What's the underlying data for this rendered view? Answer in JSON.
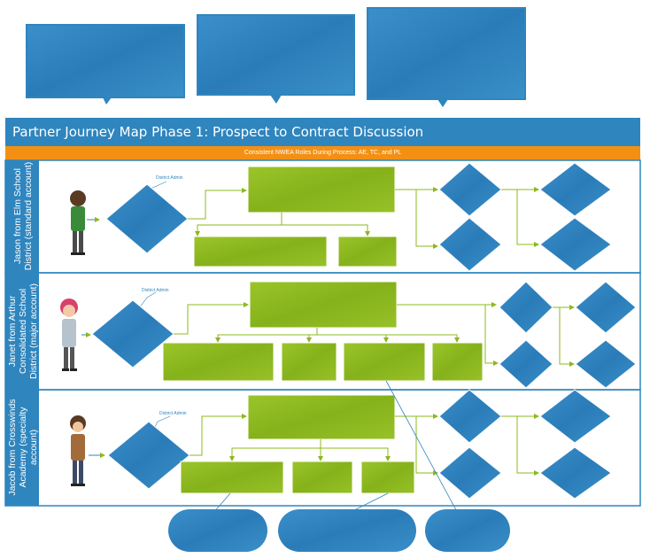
{
  "title": "Partner Journey Map Phase 1: Prospect to Contract Discussion",
  "roles_banner": "Consistent NWEA Roles During Process: AE, TC, and PL",
  "lanes": [
    {
      "persona_label": "Jason from Elm School District (standard account)",
      "admin_label": "District Admin"
    },
    {
      "persona_label": "Janet from Arthur Consolidated School District (major account)",
      "admin_label": "District Admin"
    },
    {
      "persona_label": "Jacob from Crosswinds Academy (specialty account)",
      "admin_label": "District Admin"
    }
  ],
  "colors": {
    "header_blue": "#2f85be",
    "diamond_blue": "#2e86c1",
    "process_green": "#8cb81e",
    "roles_orange": "#f39014",
    "arrow_green": "#8cb81e"
  }
}
